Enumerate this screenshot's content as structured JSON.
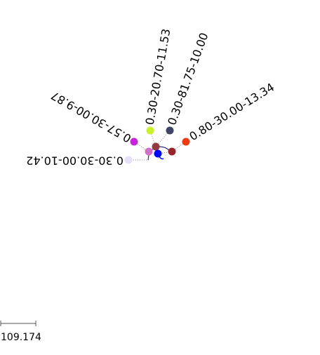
{
  "tree": {
    "leaves": [
      {
        "label": "0.30-30.00-10.42",
        "color": "#e6e0f8"
      },
      {
        "label": "0.57-30.00-9.87",
        "color": "#c427d8"
      },
      {
        "label": "0.30-20.70-11.53",
        "color": "#c9f22a"
      },
      {
        "label": "0.30-81.75-10.00",
        "color": "#3e4565"
      },
      {
        "label": "0.80-30.00-13.34",
        "color": "#ee3c12"
      }
    ],
    "internal_nodes": [
      {
        "color": "#d36fc6"
      },
      {
        "color": "#923a40"
      },
      {
        "color": "#0000ff"
      },
      {
        "color": "#96242a"
      }
    ],
    "line_color": "#888888",
    "arc_color": "#000080"
  },
  "scale_bar": {
    "label": "109.174"
  }
}
